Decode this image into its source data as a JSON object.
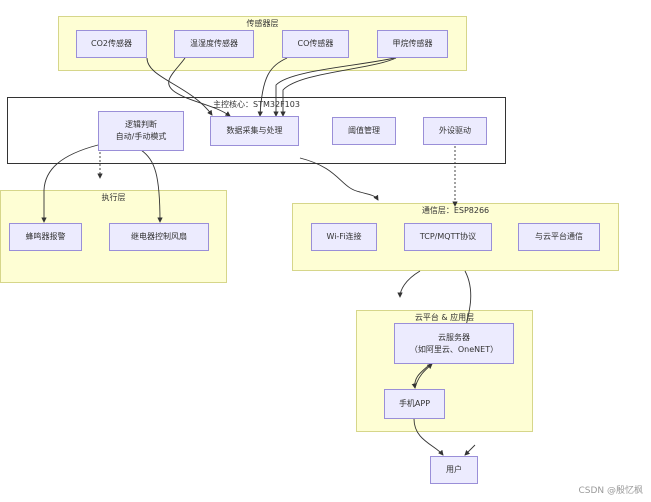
{
  "groups": {
    "sensor": "传感器层",
    "core": "主控核心：STM32F103",
    "exec": "执行层",
    "comm": "通信层：ESP8266",
    "cloud": "云平台 & 应用层"
  },
  "nodes": {
    "co2": "CO2传感器",
    "temp_hum": "温湿度传感器",
    "co": "CO传感器",
    "formaldehyde": "甲烷传感器",
    "logic_1": "逻辑判断",
    "logic_2": "自动/手动模式",
    "data_proc": "数据采集与处理",
    "threshold": "阈值管理",
    "peripheral": "外设驱动",
    "buzzer": "蜂鸣器报警",
    "relay_fan": "继电器控制风扇",
    "wifi": "Wi-Fi连接",
    "tcp_mqtt": "TCP/MQTT协议",
    "cloud_comm": "与云平台通信",
    "cloud_server_1": "云服务器",
    "cloud_server_2": "（如阿里云、OneNET）",
    "phone_app": "手机APP",
    "user": "用户"
  },
  "watermark": "CSDN @殷忆枫",
  "colors": {
    "group_fill": "#fefed4",
    "node_fill": "#ecebfe",
    "node_border": "#9a8fd8",
    "edge": "#333333"
  }
}
